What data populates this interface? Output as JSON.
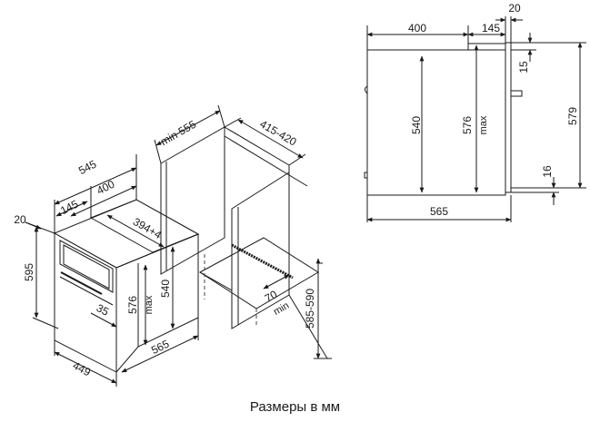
{
  "caption": "Размеры в мм",
  "side_view": {
    "width_total": "400",
    "depth_front": "145",
    "front_offset": "20",
    "top_gap": "15",
    "inner_height": "540",
    "max_height": "576",
    "max_label": "max",
    "full_height": "579",
    "bottom_gap": "16",
    "depth_total": "565"
  },
  "iso_view": {
    "width_top": "545",
    "width_inner": "400",
    "depth_front": "145",
    "offset": "20",
    "height": "595",
    "opening_width": "394+4",
    "inner_height": "540",
    "max_height": "576",
    "max_label": "max",
    "handle_gap": "35",
    "front_width": "449",
    "depth": "565",
    "niche_depth": "min 555",
    "niche_width": "415-420",
    "vent_depth": "70",
    "min_label": "min",
    "niche_height": "585-590"
  },
  "colors": {
    "line": "#1a1a1a",
    "dash": "#444444",
    "background": "#ffffff"
  }
}
